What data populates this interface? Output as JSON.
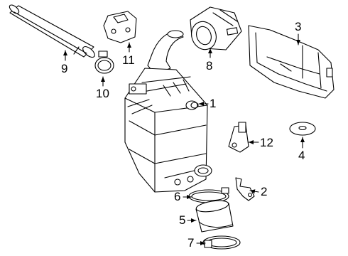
{
  "diagram": {
    "callouts": [
      {
        "key": "c1",
        "label": "1"
      },
      {
        "key": "c2",
        "label": "2"
      },
      {
        "key": "c3",
        "label": "3"
      },
      {
        "key": "c4",
        "label": "4"
      },
      {
        "key": "c5",
        "label": "5"
      },
      {
        "key": "c6",
        "label": "6"
      },
      {
        "key": "c7",
        "label": "7"
      },
      {
        "key": "c8",
        "label": "8"
      },
      {
        "key": "c9",
        "label": "9"
      },
      {
        "key": "c10",
        "label": "10"
      },
      {
        "key": "c11",
        "label": "11"
      },
      {
        "key": "c12",
        "label": "12"
      }
    ],
    "colors": {
      "stroke": "#000000",
      "fill": "#ffffff",
      "text": "#000000"
    }
  }
}
